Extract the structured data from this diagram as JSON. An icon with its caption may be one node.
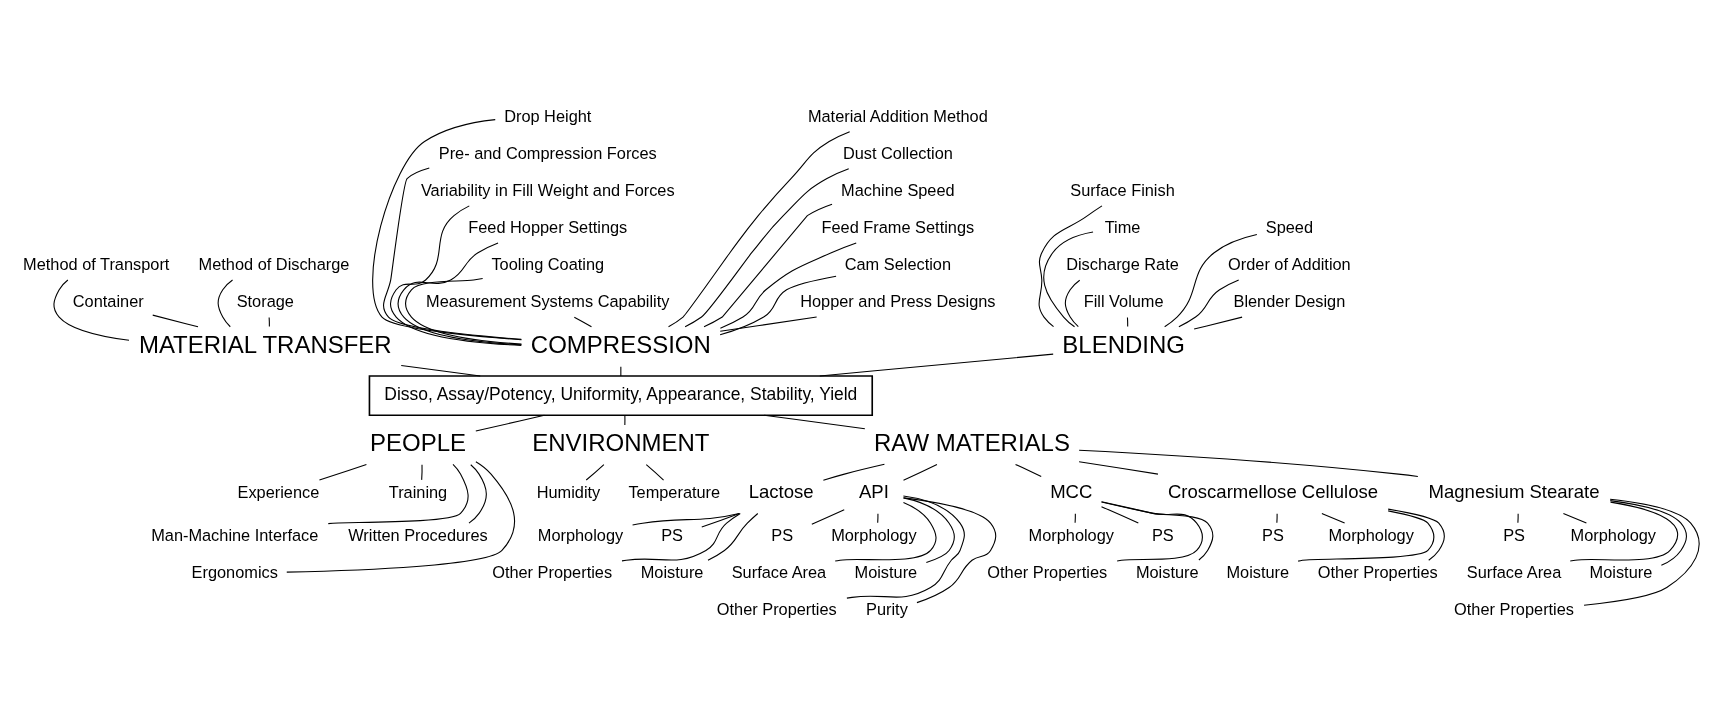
{
  "diagram": {
    "nodes": [
      {
        "text": [
          "BLENDING"
        ]
      },
      {
        "text": [
          "Fill Volume"
        ]
      },
      {
        "text": [
          "Blender Design"
        ]
      },
      {
        "text": [
          "Discharge Rate"
        ]
      },
      {
        "text": [
          "Order of Addition"
        ]
      },
      {
        "text": [
          "Time"
        ]
      },
      {
        "text": [
          "Speed"
        ]
      },
      {
        "text": [
          "Surface Finish"
        ]
      },
      {
        "text": [
          "MATERIAL TRANSFER"
        ]
      },
      {
        "text": [
          "Container"
        ]
      },
      {
        "text": [
          "Storage"
        ]
      },
      {
        "text": [
          "Method of Transport"
        ]
      },
      {
        "text": [
          "Method of Discharge"
        ]
      },
      {
        "text": [
          "COMPRESSION"
        ]
      },
      {
        "text": [
          "Measurement Systems Capability"
        ]
      },
      {
        "text": [
          "Hopper and Press Designs"
        ]
      },
      {
        "text": [
          "Tooling Coating"
        ]
      },
      {
        "text": [
          "Cam Selection"
        ]
      },
      {
        "text": [
          "Feed Hopper Settings"
        ]
      },
      {
        "text": [
          "Feed Frame Settings"
        ]
      },
      {
        "text": [
          "Variability in Fill Weight and Forces"
        ]
      },
      {
        "text": [
          "Machine Speed"
        ]
      },
      {
        "text": [
          "Pre- and Compression Forces"
        ]
      },
      {
        "text": [
          "Dust Collection"
        ]
      },
      {
        "text": [
          "Drop Height"
        ]
      },
      {
        "text": [
          "Material Addition Method"
        ]
      },
      {
        "text": [
          "Disso, Assay/Potency, Uniformity, Appearance, Stability, Yield"
        ]
      },
      {
        "text": [
          "PEOPLE"
        ]
      },
      {
        "text": [
          "Experience"
        ]
      },
      {
        "text": [
          "Training"
        ]
      },
      {
        "text": [
          "Man-Machine Interface"
        ]
      },
      {
        "text": [
          "Written Procedures"
        ]
      },
      {
        "text": [
          "Ergonomics"
        ]
      },
      {
        "text": [
          "ENVIRONMENT"
        ]
      },
      {
        "text": [
          "Humidity"
        ]
      },
      {
        "text": [
          "Temperature"
        ]
      },
      {
        "text": [
          "RAW MATERIALS"
        ]
      },
      {
        "text": [
          "Lactose"
        ]
      },
      {
        "text": [
          "Morphology"
        ]
      },
      {
        "text": [
          "PS"
        ]
      },
      {
        "text": [
          "Other Properties"
        ]
      },
      {
        "text": [
          "Moisture"
        ]
      },
      {
        "text": [
          "API"
        ]
      },
      {
        "text": [
          "PS"
        ]
      },
      {
        "text": [
          "Morphology"
        ]
      },
      {
        "text": [
          "Surface Area"
        ]
      },
      {
        "text": [
          "Moisture"
        ]
      },
      {
        "text": [
          "Other Properties"
        ]
      },
      {
        "text": [
          "Purity"
        ]
      },
      {
        "text": [
          "MCC"
        ]
      },
      {
        "text": [
          "Morphology"
        ]
      },
      {
        "text": [
          "PS"
        ]
      },
      {
        "text": [
          "Other Properties"
        ]
      },
      {
        "text": [
          "Moisture"
        ]
      },
      {
        "text": [
          "Croscarmellose Cellulose"
        ]
      },
      {
        "text": [
          "PS"
        ]
      },
      {
        "text": [
          "Morphology"
        ]
      },
      {
        "text": [
          "Moisture"
        ]
      },
      {
        "text": [
          "Other Properties"
        ]
      },
      {
        "text": [
          "Magnesium Stearate"
        ]
      },
      {
        "text": [
          "PS"
        ]
      },
      {
        "text": [
          "Morphology"
        ]
      },
      {
        "text": [
          "Surface Area"
        ]
      },
      {
        "text": [
          "Moisture"
        ]
      },
      {
        "text": [
          "Other Properties"
        ]
      }
    ],
    "edges": [
      {
        "from": 1,
        "to": 0,
        "arrow": "none"
      },
      {
        "from": 2,
        "to": 0,
        "arrow": "none"
      },
      {
        "from": 3,
        "to": 0,
        "arrow": "none"
      },
      {
        "from": 4,
        "to": 0,
        "arrow": "none"
      },
      {
        "from": 5,
        "to": 0,
        "arrow": "none"
      },
      {
        "from": 6,
        "to": 0,
        "arrow": "none"
      },
      {
        "from": 7,
        "to": 0,
        "arrow": "none"
      },
      {
        "from": 9,
        "to": 8,
        "arrow": "none"
      },
      {
        "from": 10,
        "to": 8,
        "arrow": "none"
      },
      {
        "from": 11,
        "to": 8,
        "arrow": "none"
      },
      {
        "from": 12,
        "to": 8,
        "arrow": "none"
      },
      {
        "from": 14,
        "to": 13,
        "arrow": "none"
      },
      {
        "from": 15,
        "to": 13,
        "arrow": "none"
      },
      {
        "from": 16,
        "to": 13,
        "arrow": "none"
      },
      {
        "from": 17,
        "to": 13,
        "arrow": "none"
      },
      {
        "from": 18,
        "to": 13,
        "arrow": "none"
      },
      {
        "from": 19,
        "to": 13,
        "arrow": "none"
      },
      {
        "from": 20,
        "to": 13,
        "arrow": "none"
      },
      {
        "from": 21,
        "to": 13,
        "arrow": "none"
      },
      {
        "from": 22,
        "to": 13,
        "arrow": "none"
      },
      {
        "from": 23,
        "to": 13,
        "arrow": "none"
      },
      {
        "from": 24,
        "to": 13,
        "arrow": "none"
      },
      {
        "from": 25,
        "to": 13,
        "arrow": "none"
      },
      {
        "from": 0,
        "to": 26,
        "arrow": "none"
      },
      {
        "from": 8,
        "to": 26,
        "arrow": "none"
      },
      {
        "from": 13,
        "to": 26,
        "arrow": "none"
      },
      {
        "from": 28,
        "to": 27,
        "arrow": "none"
      },
      {
        "from": 29,
        "to": 27,
        "arrow": "none"
      },
      {
        "from": 30,
        "to": 27,
        "arrow": "none"
      },
      {
        "from": 31,
        "to": 27,
        "arrow": "none"
      },
      {
        "from": 32,
        "to": 27,
        "arrow": "none"
      },
      {
        "from": 27,
        "to": 26,
        "arrow": "none"
      },
      {
        "from": 34,
        "to": 33,
        "arrow": "none"
      },
      {
        "from": 35,
        "to": 33,
        "arrow": "none"
      },
      {
        "from": 33,
        "to": 26,
        "arrow": "none"
      },
      {
        "from": 38,
        "to": 37,
        "arrow": "none"
      },
      {
        "from": 39,
        "to": 37,
        "arrow": "none"
      },
      {
        "from": 40,
        "to": 37,
        "arrow": "none"
      },
      {
        "from": 41,
        "to": 37,
        "arrow": "none"
      },
      {
        "from": 37,
        "to": 36,
        "arrow": "none"
      },
      {
        "from": 43,
        "to": 42,
        "arrow": "none"
      },
      {
        "from": 44,
        "to": 42,
        "arrow": "none"
      },
      {
        "from": 45,
        "to": 42,
        "arrow": "none"
      },
      {
        "from": 46,
        "to": 42,
        "arrow": "none"
      },
      {
        "from": 47,
        "to": 42,
        "arrow": "none"
      },
      {
        "from": 48,
        "to": 42,
        "arrow": "none"
      },
      {
        "from": 42,
        "to": 36,
        "arrow": "none"
      },
      {
        "from": 50,
        "to": 49,
        "arrow": "none"
      },
      {
        "from": 51,
        "to": 49,
        "arrow": "none"
      },
      {
        "from": 52,
        "to": 49,
        "arrow": "none"
      },
      {
        "from": 53,
        "to": 49,
        "arrow": "none"
      },
      {
        "from": 49,
        "to": 36,
        "arrow": "none"
      },
      {
        "from": 55,
        "to": 54,
        "arrow": "none"
      },
      {
        "from": 56,
        "to": 54,
        "arrow": "none"
      },
      {
        "from": 57,
        "to": 54,
        "arrow": "none"
      },
      {
        "from": 58,
        "to": 54,
        "arrow": "none"
      },
      {
        "from": 54,
        "to": 36,
        "arrow": "none"
      },
      {
        "from": 60,
        "to": 59,
        "arrow": "none"
      },
      {
        "from": 61,
        "to": 59,
        "arrow": "none"
      },
      {
        "from": 62,
        "to": 59,
        "arrow": "none"
      },
      {
        "from": 63,
        "to": 59,
        "arrow": "none"
      },
      {
        "from": 64,
        "to": 59,
        "arrow": "none"
      },
      {
        "from": 59,
        "to": 36,
        "arrow": "none"
      },
      {
        "from": 36,
        "to": 26,
        "arrow": "none"
      }
    ]
  }
}
